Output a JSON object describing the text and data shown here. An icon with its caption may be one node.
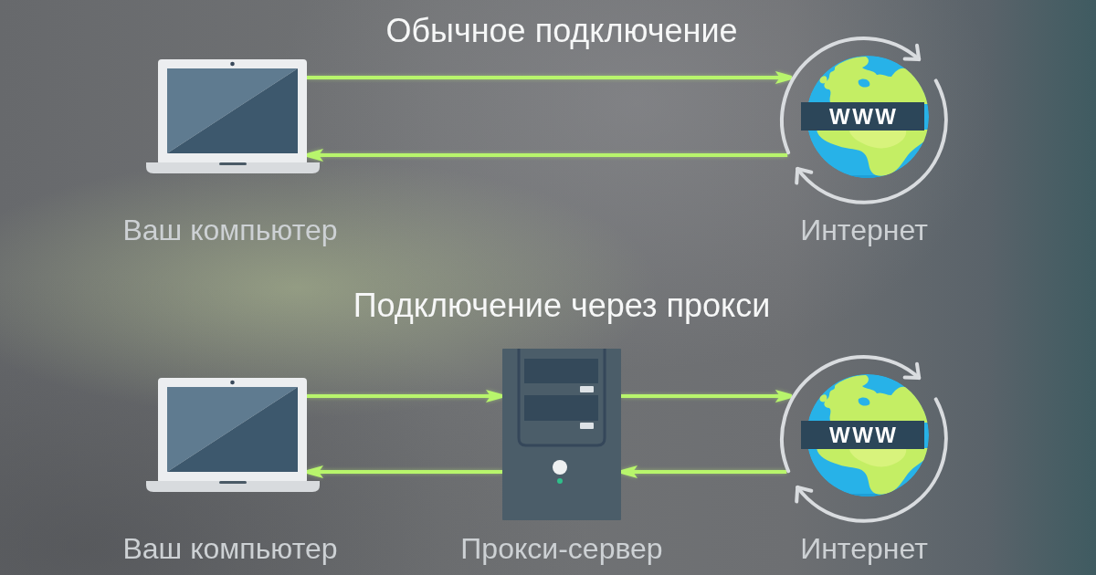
{
  "diagram": {
    "nodes": [
      {
        "text": [],
        "shape": "picture",
        "beside": [
          "Ваш компьютер"
        ]
      },
      {
        "text": [
          "WWW"
        ],
        "beside": [
          "Интернет"
        ]
      },
      {
        "text": [],
        "shape": "picture",
        "beside": [
          "Ваш компьютер"
        ]
      },
      {
        "text": [],
        "shape": "picture",
        "beside": [
          "Прокси-сервер"
        ]
      },
      {
        "text": [
          "WWW"
        ],
        "beside": [
          "Интернет"
        ]
      }
    ],
    "edges": [
      {
        "from": 0,
        "to": 1,
        "arrow": "to"
      },
      {
        "from": 1,
        "to": 0,
        "arrow": "to"
      },
      {
        "from": 2,
        "to": 3,
        "arrow": "to"
      },
      {
        "from": 3,
        "to": 4,
        "arrow": "to"
      },
      {
        "from": 4,
        "to": 3,
        "arrow": "to"
      },
      {
        "from": 3,
        "to": 2,
        "arrow": "to"
      }
    ],
    "labels": [
      "Обычное подключение",
      "Подключение через прокси"
    ]
  }
}
